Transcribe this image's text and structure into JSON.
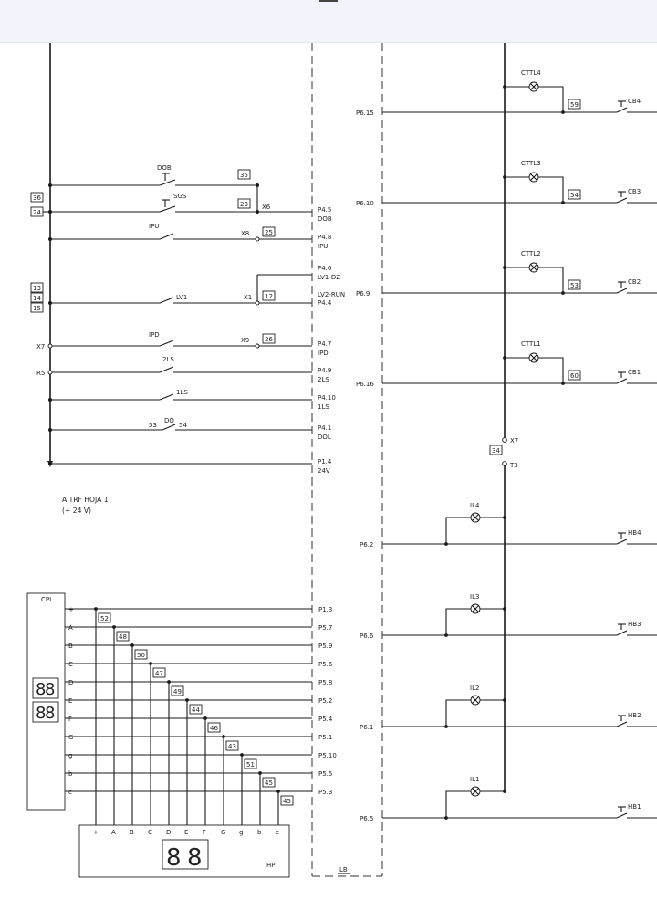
{
  "left_column": {
    "top_refs": [
      "36",
      "24"
    ],
    "side_refs": [
      "13",
      "14",
      "15"
    ],
    "terminals": [
      "X7",
      "R5"
    ],
    "rungs": [
      {
        "switch": "DOB",
        "ref": "35"
      },
      {
        "switch": "SGS",
        "ref": "23",
        "terminal": "X6"
      },
      {
        "switch": "IPU",
        "terminal": "X8",
        "ref": "25"
      },
      {
        "switch": "LV1",
        "terminal": "X1",
        "ref": "12"
      },
      {
        "switch": "IPD",
        "terminal": "X9",
        "ref": "26"
      },
      {
        "switch": "2LS"
      },
      {
        "switch": "1LS"
      },
      {
        "switch": "DO",
        "left_num": "53",
        "right_num": "54"
      }
    ],
    "note_line1": "A TRF   HOJA 1",
    "note_line2": "(+ 24 V)"
  },
  "left_ports": [
    {
      "code": "P4.5",
      "desc": "DOB"
    },
    {
      "code": "P4.8",
      "desc": "IPU"
    },
    {
      "code": "P4.6",
      "desc": "LV1-DZ"
    },
    {
      "code": "LV2-RUN",
      "desc": ""
    },
    {
      "code": "P4.4",
      "desc": ""
    },
    {
      "code": "P4.7",
      "desc": "IPD"
    },
    {
      "code": "P4.9",
      "desc": "2LS"
    },
    {
      "code": "P4.10",
      "desc": "1LS"
    },
    {
      "code": "P4.1",
      "desc": "DOL"
    },
    {
      "code": "P1.4",
      "desc": "24V"
    }
  ],
  "cpi": {
    "title": "CPI",
    "pins": [
      "+",
      "A",
      "B",
      "C",
      "D",
      "E",
      "F",
      "G",
      "g",
      "b",
      "c"
    ],
    "ports": [
      "P1.3",
      "P5.7",
      "P5.9",
      "P5.6",
      "P5.8",
      "P5.2",
      "P5.4",
      "P5.1",
      "P5.10",
      "P5.5",
      "P5.3"
    ],
    "refs": [
      "52",
      "48",
      "50",
      "47",
      "49",
      "44",
      "46",
      "43",
      "51",
      "45",
      "45"
    ],
    "display_digits": [
      "8",
      "8"
    ]
  },
  "hpi": {
    "title": "HPI",
    "pins": [
      "+",
      "A",
      "B",
      "C",
      "D",
      "E",
      "F",
      "G",
      "g",
      "b",
      "c"
    ],
    "display_digits": [
      "8",
      "8"
    ]
  },
  "lb_label": "LB",
  "cabin_lamps": [
    {
      "port": "P6.15",
      "lamp": "CTTL4",
      "ref": "59",
      "button": "CB4"
    },
    {
      "port": "P6.10",
      "lamp": "CTTL3",
      "ref": "54",
      "button": "CB3"
    },
    {
      "port": "P6.9",
      "lamp": "CTTL2",
      "ref": "53",
      "button": "CB2"
    },
    {
      "port": "P6.16",
      "lamp": "CTTL1",
      "ref": "60",
      "button": "CB1"
    }
  ],
  "mid_terminals": {
    "top": "X7",
    "ref": "34",
    "bottom": "T3"
  },
  "hall_lamps": [
    {
      "port": "P6.2",
      "lamp": "IL4",
      "button": "HB4"
    },
    {
      "port": "P6.6",
      "lamp": "IL3",
      "button": "HB3"
    },
    {
      "port": "P6.1",
      "lamp": "IL2",
      "button": "HB2"
    },
    {
      "port": "P6.5",
      "lamp": "IL1",
      "button": "HB1"
    }
  ]
}
